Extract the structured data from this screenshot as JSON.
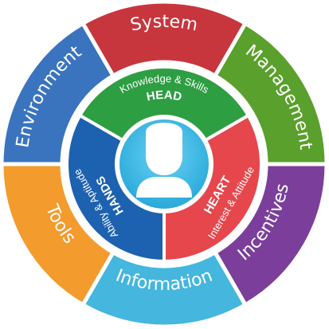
{
  "colors": {
    "background": "#ffffff",
    "ring_separator": "#ffffff",
    "center_disk": "#3ab9e6",
    "person_icon": "#ffffff"
  },
  "outer_ring": [
    {
      "label": "System",
      "color": "#c8363d"
    },
    {
      "label": "Management",
      "color": "#5aa02c"
    },
    {
      "label": "Incentives",
      "color": "#7b3f9b"
    },
    {
      "label": "Information",
      "color": "#45b6de"
    },
    {
      "label": "Tools",
      "color": "#f39b2d"
    },
    {
      "label": "Environment",
      "color": "#3a74bf"
    }
  ],
  "inner_ring": [
    {
      "title": "HEAD",
      "subtitle": "Knowledge & Skills",
      "color": "#2e9e43"
    },
    {
      "title": "HEART",
      "subtitle": "Interest & Attitude",
      "color": "#e5474d"
    },
    {
      "title": "HANDS",
      "subtitle": "Ability & Aptitude",
      "color": "#1d62b0"
    }
  ],
  "center_icon": "person-icon"
}
